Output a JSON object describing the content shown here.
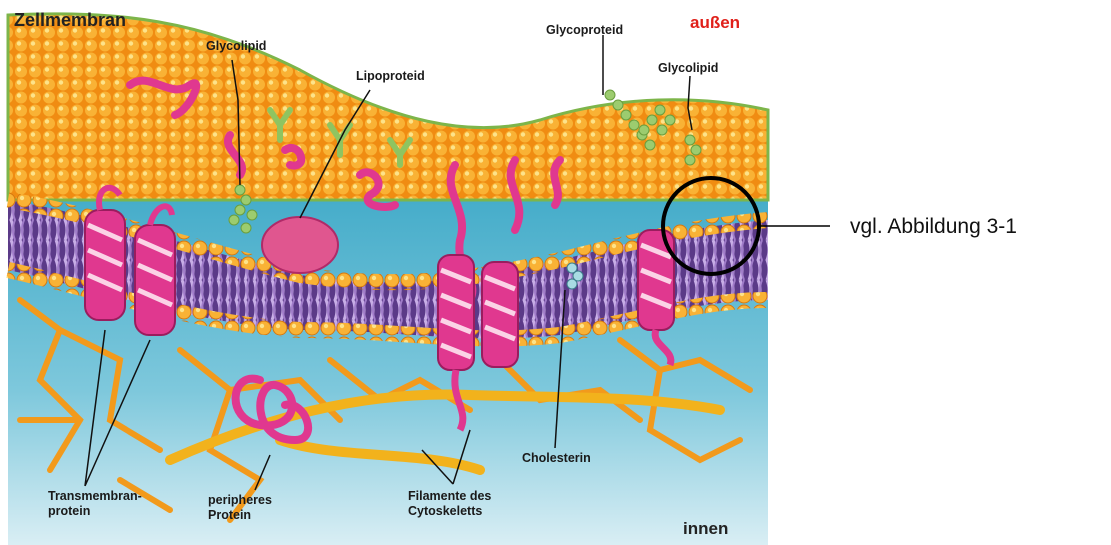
{
  "title": "Zellmembran",
  "sides": {
    "outside": "außen",
    "inside": "innen"
  },
  "labels": {
    "glycolipid_left": "Glycolipid",
    "lipoproteid": "Lipoproteid",
    "glycoproteid": "Glycoproteid",
    "glycolipid_right": "Glycolipid",
    "transmembran_1": "Transmembran-",
    "transmembran_2": "protein",
    "peripheres_1": "peripheres",
    "peripheres_2": "Protein",
    "filamente_1": "Filamente des",
    "filamente_2": "Cytoskeletts",
    "cholesterin": "Cholesterin"
  },
  "reference_note": "vgl. Abbildung 3-1",
  "colors": {
    "outside_bg": "#f5d33a",
    "head": "#f7a21b",
    "tail": "#8a5fb0",
    "protein": "#e0388f",
    "cytoskeleton": "#f29a1c",
    "inside_bg": "#5fb6cf",
    "sugar": "#9ccc6f"
  }
}
